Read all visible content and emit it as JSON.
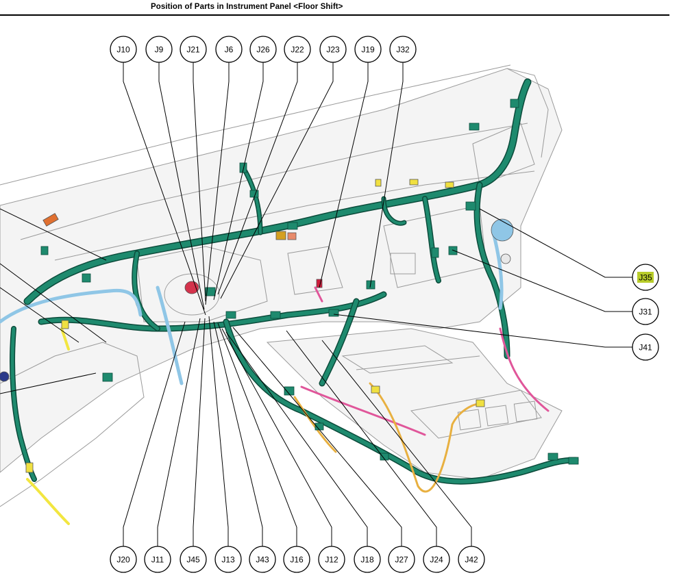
{
  "header": {
    "title": "Position of Parts in Instrument Panel <Floor Shift>"
  },
  "callouts": {
    "top": [
      "J10",
      "J9",
      "J21",
      "J6",
      "J26",
      "J22",
      "J23",
      "J19",
      "J32"
    ],
    "right": [
      "J35",
      "J31",
      "J41"
    ],
    "bottom": [
      "J20",
      "J11",
      "J45",
      "J13",
      "J43",
      "J16",
      "J12",
      "J18",
      "J27",
      "J24",
      "J42"
    ]
  },
  "highlight": {
    "label": "J35",
    "color": "#b8cc2a"
  },
  "colors": {
    "harness": "#1e8a6e",
    "harness_outline": "#0b4a3a",
    "sub_wire_blue": "#8fc6e6",
    "sub_wire_pink": "#e0569a",
    "sub_wire_yellow": "#f2e640",
    "sub_wire_orange": "#e8b040"
  }
}
